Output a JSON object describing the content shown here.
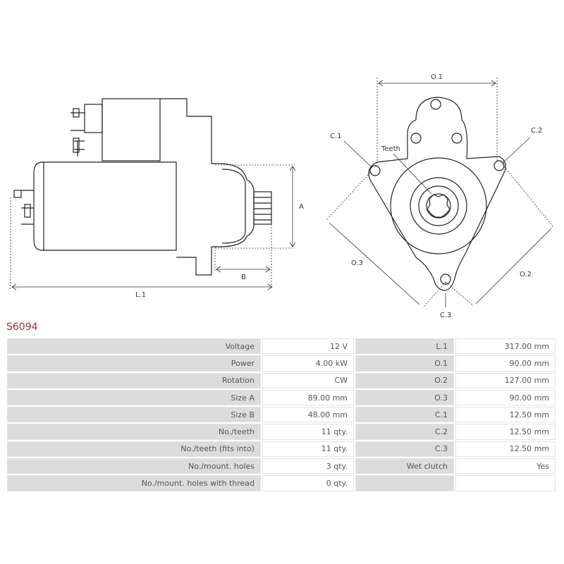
{
  "product_code": "S6094",
  "diagram_labels": {
    "a": "A",
    "b": "B",
    "l1": "L.1",
    "o1": "O.1",
    "o2": "O.2",
    "o3": "O.3",
    "c1": "C.1",
    "c2": "C.2",
    "c3": "C.3",
    "teeth": "Teeth"
  },
  "rows": [
    {
      "label": "Voltage",
      "value": "12 V",
      "label2": "L.1",
      "value2": "317.00 mm"
    },
    {
      "label": "Power",
      "value": "4.00 kW",
      "label2": "O.1",
      "value2": "90.00 mm"
    },
    {
      "label": "Rotation",
      "value": "CW",
      "label2": "O.2",
      "value2": "127.00 mm"
    },
    {
      "label": "Size A",
      "value": "89.00 mm",
      "label2": "O.3",
      "value2": "90.00 mm"
    },
    {
      "label": "Size B",
      "value": "48.00 mm",
      "label2": "C.1",
      "value2": "12.50 mm"
    },
    {
      "label": "No./teeth",
      "value": "11 qty.",
      "label2": "C.2",
      "value2": "12.50 mm"
    },
    {
      "label": "No./teeth (fits into)",
      "value": "11 qty.",
      "label2": "C.3",
      "value2": "12.50 mm"
    },
    {
      "label": "No./mount. holes",
      "value": "3 qty.",
      "label2": "Wet clutch",
      "value2": "Yes"
    },
    {
      "label": "No./mount. holes with thread",
      "value": "0 qty.",
      "label2": "",
      "value2": ""
    }
  ]
}
